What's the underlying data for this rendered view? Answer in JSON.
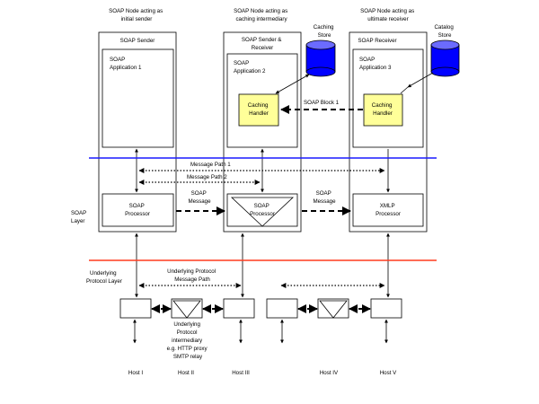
{
  "colors": {
    "soap_layer_line": "#1a1aff",
    "protocol_layer_line": "#ff3b1f",
    "handler_fill": "#ffff99",
    "store_fill": "#0000ff",
    "store_top": "#6b6bff"
  },
  "nodes": {
    "initial_sender_caption": [
      "SOAP Node acting as",
      "initial sender"
    ],
    "intermediary_caption": [
      "SOAP Node acting as",
      "caching intermediary"
    ],
    "ultimate_receiver_caption": [
      "SOAP Node acting as",
      "ultimate receiver"
    ]
  },
  "sender": {
    "title": "SOAP Sender",
    "app": [
      "SOAP",
      "Application 1"
    ],
    "processor": [
      "SOAP",
      "Processor"
    ]
  },
  "intermediary": {
    "title": [
      "SOAP Sender &",
      "Receiver"
    ],
    "app": [
      "SOAP",
      "Application 2"
    ],
    "handler": [
      "Caching",
      "Handler"
    ],
    "processor": [
      "SOAP",
      "Processor"
    ]
  },
  "receiver": {
    "title": "SOAP Receiver",
    "app": [
      "SOAP",
      "Application 3"
    ],
    "handler": [
      "Caching",
      "Handler"
    ],
    "processor": [
      "XMLP",
      "Processor"
    ]
  },
  "stores": {
    "caching": [
      "Caching",
      "Store"
    ],
    "catalog": [
      "Catalog",
      "Store"
    ]
  },
  "labels": {
    "soap_block": "SOAP Block 1",
    "message_path_1": "Message Path 1",
    "message_path_2": "Message Path 2",
    "soap_message_left": [
      "SOAP",
      "Message"
    ],
    "soap_message_right": [
      "SOAP",
      "Message"
    ],
    "soap_layer": [
      "SOAP",
      "Layer"
    ],
    "protocol_layer": [
      "Underlying",
      "Protocol Layer"
    ],
    "protocol_path": [
      "Underlying Protocol",
      "Message Path"
    ],
    "protocol_intermediary": [
      "Underlying",
      "Protocol",
      "intermediary",
      "e.g. HTTP proxy",
      "SMTP relay"
    ]
  },
  "hosts": [
    "Host I",
    "Host II",
    "Host III",
    "Host IV",
    "Host V"
  ]
}
